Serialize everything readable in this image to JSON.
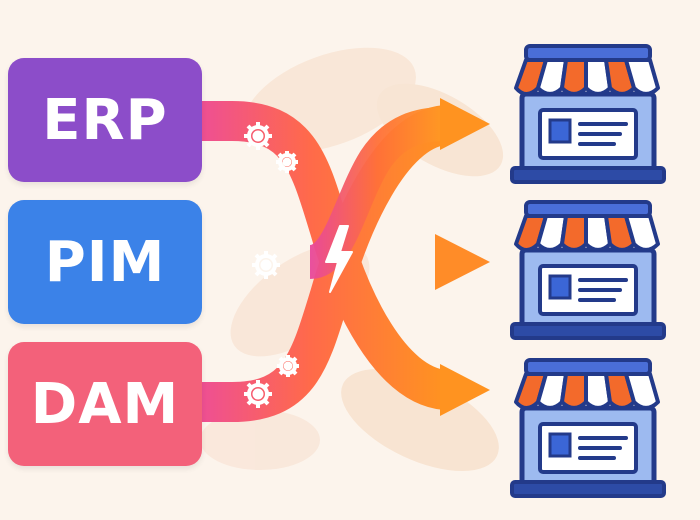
{
  "sources": [
    {
      "id": "erp",
      "label": "ERP",
      "color": "#8c4dc9"
    },
    {
      "id": "pim",
      "label": "PIM",
      "color": "#3b82e8"
    },
    {
      "id": "dam",
      "label": "DAM",
      "color": "#f3617a"
    }
  ],
  "colors": {
    "background": "#fcf4ec",
    "flow_start": "#f0508a",
    "flow_end": "#ff8a1e",
    "awning_orange": "#f36a2b",
    "store_blue": "#8fb2ec",
    "store_outline": "#233a8a"
  },
  "icons": [
    "gears-icon",
    "lightning-bolt-icon",
    "arrow-right-icon",
    "storefront-icon"
  ],
  "destinations": [
    {
      "id": "store-1",
      "icon": "storefront-icon"
    },
    {
      "id": "store-2",
      "icon": "storefront-icon"
    },
    {
      "id": "store-3",
      "icon": "storefront-icon"
    }
  ]
}
